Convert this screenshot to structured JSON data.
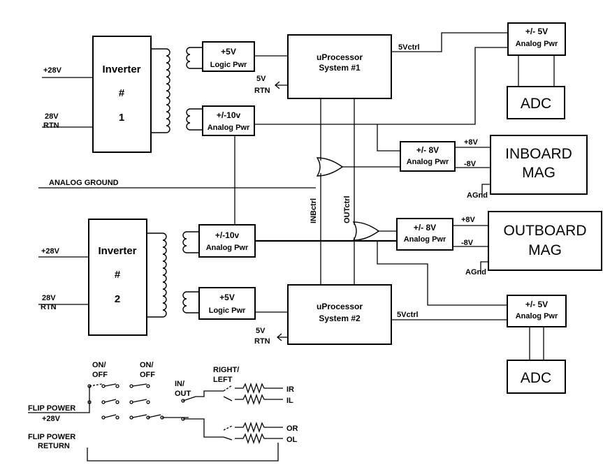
{
  "inverter1": {
    "title": "Inverter",
    "hash": "#",
    "num": "1",
    "in_pos": "+28V",
    "in_rtn_1": "28V",
    "in_rtn_2": "RTN"
  },
  "inverter2": {
    "title": "Inverter",
    "hash": "#",
    "num": "2",
    "in_pos": "+28V",
    "in_rtn_1": "28V",
    "in_rtn_2": "RTN"
  },
  "logic1": {
    "line1": "+5V",
    "line2": "Logic Pwr",
    "rtn1": "5V",
    "rtn2": "RTN"
  },
  "logic2": {
    "line1": "+5V",
    "line2": "Logic Pwr",
    "rtn1": "5V",
    "rtn2": "RTN"
  },
  "analog10_1": {
    "line1": "+/-10v",
    "line2": "Analog Pwr"
  },
  "analog10_2": {
    "line1": "+/-10v",
    "line2": "Analog Pwr"
  },
  "up1": {
    "line1": "uProcessor",
    "line2": "System #1",
    "ctrl": "5Vctrl"
  },
  "up2": {
    "line1": "uProcessor",
    "line2": "System #2",
    "ctrl": "5Vctrl"
  },
  "analog5_1": {
    "line1": "+/-  5V",
    "line2": "Analog Pwr"
  },
  "analog5_2": {
    "line1": "+/-  5V",
    "line2": "Analog Pwr"
  },
  "adc1": {
    "label": "ADC"
  },
  "adc2": {
    "label": "ADC"
  },
  "analog8_1": {
    "line1": "+/-  8V",
    "line2": "Analog  Pwr",
    "pos": "+8V",
    "neg": "-8V"
  },
  "analog8_2": {
    "line1": "+/-  8V",
    "line2": "Analog  Pwr",
    "pos": "+8V",
    "neg": "-8V"
  },
  "inboard": {
    "line1": "INBOARD",
    "line2": "MAG",
    "gnd": "AGnd"
  },
  "outboard": {
    "line1": "OUTBOARD",
    "line2": "MAG",
    "gnd": "AGnd"
  },
  "analog_ground": "ANALOG GROUND",
  "inbctrl": "INBctrl",
  "outctrl": "OUTctrl",
  "switches": {
    "onoff1_a": "ON/",
    "onoff1_b": "OFF",
    "onoff2_a": "ON/",
    "onoff2_b": "OFF",
    "inout_a": "IN/",
    "inout_b": "OUT",
    "rl_a": "RIGHT/",
    "rl_b": "LEFT",
    "flip_power": "FLIP POWER",
    "flip_plus": "+28V",
    "flip_return_1": "FLIP POWER",
    "flip_return_2": "RETURN",
    "ir": "IR",
    "il": "IL",
    "or": "OR",
    "ol": "OL"
  }
}
